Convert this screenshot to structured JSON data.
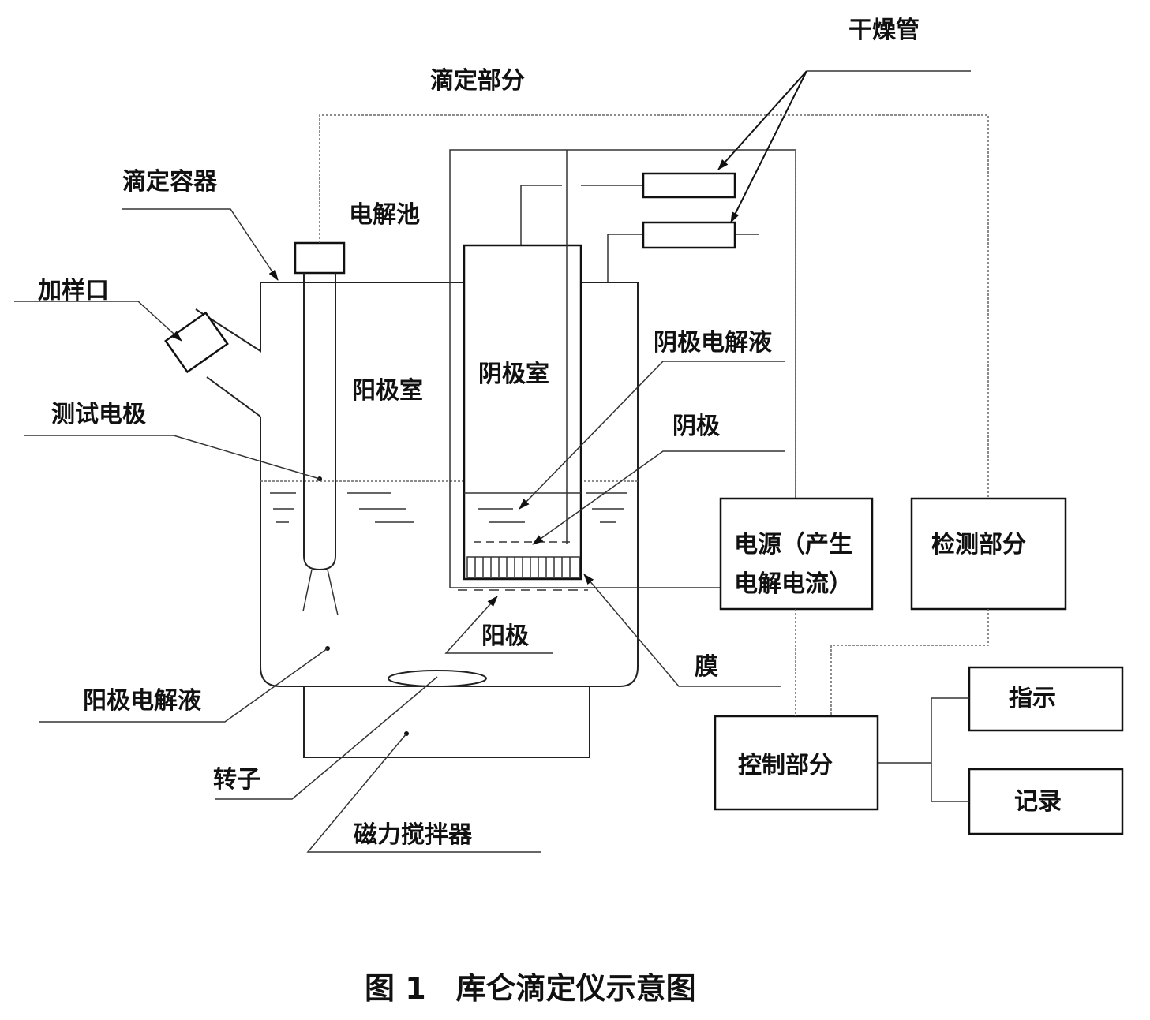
{
  "labels": {
    "drying_tube": "干燥管",
    "titration_part": "滴定部分",
    "titration_vessel": "滴定容器",
    "electrolytic_cell": "电解池",
    "sample_port": "加样口",
    "anode_chamber": "阳极室",
    "cathode_chamber": "阴极室",
    "cathode_electrolyte": "阴极电解液",
    "test_electrode": "测试电极",
    "cathode": "阴极",
    "power_supply_line1": "电源（产生",
    "power_supply_line2": "电解电流）",
    "detection_part": "检测部分",
    "anode": "阳极",
    "membrane": "膜",
    "anode_electrolyte": "阳极电解液",
    "rotor": "转子",
    "indicator": "指示",
    "control_part": "控制部分",
    "record": "记录",
    "magnetic_stirrer": "磁力搅拌器"
  },
  "caption": "图 1　库仑滴定仪示意图"
}
